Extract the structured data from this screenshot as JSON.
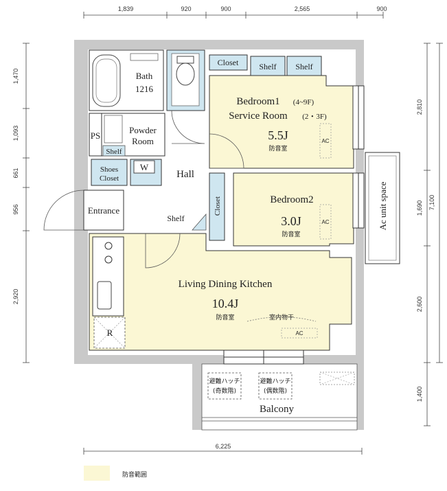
{
  "dimensions": {
    "top": [
      "1,839",
      "920",
      "900",
      "2,565",
      "900"
    ],
    "left": [
      "1,470",
      "1,093",
      "661",
      "956",
      "2,920"
    ],
    "right_inner": [
      "2,810",
      "1,690",
      "2,600",
      "1,400"
    ],
    "right_total": "7,100",
    "bottom": "6,225"
  },
  "rooms": {
    "bath": {
      "name": "Bath",
      "size": "1216"
    },
    "ps": "PS",
    "powder": {
      "line1": "Powder",
      "line2": "Room"
    },
    "shelf_small": "Shelf",
    "shoes_closet": {
      "line1": "Shoes",
      "line2": "Closet"
    },
    "washer": "W",
    "hall": "Hall",
    "entrance": "Entrance",
    "shelf_hall": "Shelf",
    "closet_top": "Closet",
    "shelf_a": "Shelf",
    "shelf_b": "Shelf",
    "bedroom1": {
      "name": "Bedroom1",
      "floors_a": "(4~9F)",
      "alt_name": "Service Room",
      "floors_b": "(2・3F)",
      "size": "5.5J",
      "note": "防音室",
      "ac": "AC"
    },
    "closet_side": "Closet",
    "bedroom2": {
      "name": "Bedroom2",
      "size": "3.0J",
      "note": "防音室",
      "ac": "AC"
    },
    "ldk": {
      "name": "Living Dining Kitchen",
      "size": "10.4J",
      "note": "防音室",
      "drying": "室内物干",
      "ac": "AC"
    },
    "fridge": "R",
    "ac_unit": "Ac unit space",
    "hatch1": {
      "line1": "避難ハッチ",
      "line2": "(奇数階)"
    },
    "hatch2": {
      "line1": "避難ハッチ",
      "line2": "(偶数階)"
    },
    "balcony": "Balcony"
  },
  "legend": {
    "label": "防音範囲",
    "color": "#fbf7d4"
  },
  "colors": {
    "wall": "#c9c9c9",
    "room_fill": "#fbf7d4",
    "water": "#cfe6f0",
    "line": "#333333"
  }
}
